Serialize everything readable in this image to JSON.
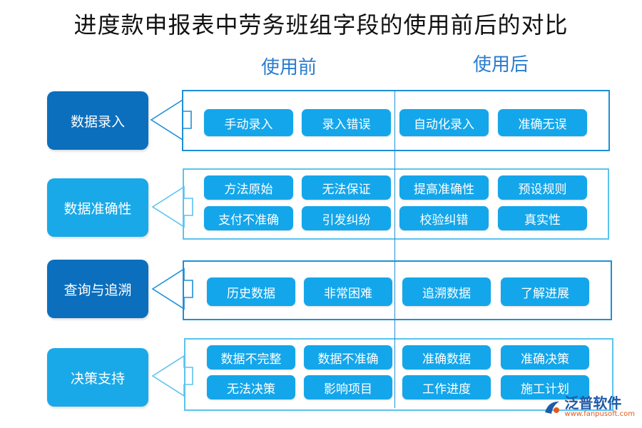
{
  "title": "进度款申报表中劳务班组字段的使用前后的对比",
  "columns": {
    "before": "使用前",
    "after": "使用后"
  },
  "rows": [
    {
      "label": "数据录入",
      "before": [
        "手动录入",
        "录入错误"
      ],
      "after": [
        "自动化录入",
        "准确无误"
      ]
    },
    {
      "label": "数据准确性",
      "before": [
        "方法原始",
        "无法保证",
        "支付不准确",
        "引发纠纷"
      ],
      "after": [
        "提高准确性",
        "预设规则",
        "校验纠错",
        "真实性"
      ]
    },
    {
      "label": "查询与追溯",
      "before": [
        "历史数据",
        "非常困难"
      ],
      "after": [
        "追溯数据",
        "了解进展"
      ]
    },
    {
      "label": "决策支持",
      "before": [
        "数据不完整",
        "数据不准确",
        "无法决策",
        "影响项目"
      ],
      "after": [
        "准确数据",
        "准确决策",
        "工作进度",
        "施工计划"
      ]
    }
  ],
  "logo": {
    "name": "泛普软件",
    "url": "www.fanpusoft.com"
  },
  "colors": {
    "dark_label": "#0b6fbd",
    "light_label": "#1aa9e8",
    "pill": "#14a6ea",
    "panel_border": "#1e8fd8",
    "heading": "#2a7ccf"
  }
}
